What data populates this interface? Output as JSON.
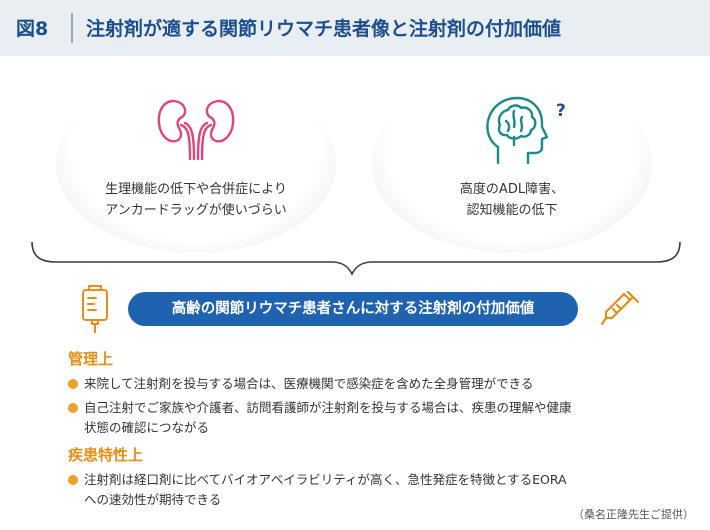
{
  "header": {
    "figure_label": "図8",
    "title": "注射剤が適する関節リウマチ患者像と注射剤の付加価値"
  },
  "bubbles": [
    {
      "icon": "kidney-icon",
      "line1": "生理機能の低下や合併症により",
      "line2": "アンカードラッグが使いづらい"
    },
    {
      "icon": "brain-head-icon",
      "line1": "高度のADL障害、",
      "line2": "認知機能の低下"
    }
  ],
  "icons": {
    "left": "iv-bag-icon",
    "right": "syringe-icon",
    "question_mark": "?"
  },
  "banner": {
    "text": "高齢の関節リウマチ患者さんに対する注射剤の付加価値"
  },
  "sections": [
    {
      "heading": "管理上",
      "bullets": [
        {
          "line1": "来院して注射剤を投与する場合は、医療機関で感染症を含めた全身管理ができる"
        },
        {
          "line1": "自己注射でご家族や介護者、訪問看護師が注射剤を投与する場合は、疾患の理解や健康",
          "line2": "状態の確認につながる"
        }
      ]
    },
    {
      "heading": "疾患特性上",
      "bullets": [
        {
          "line1": "注射剤は経口剤に比べてバイオアベイラビリティが高く、急性発症を特徴とするEORA",
          "line2": "への速効性が期待できる"
        }
      ]
    }
  ],
  "credit": "（桑名正隆先生ご提供）",
  "colors": {
    "title_blue": "#1d4f8c",
    "banner_blue": "#1f63b0",
    "accent_orange": "#e58f1a",
    "kidney_pink": "#e0457a",
    "brain_teal": "#1a8a8a"
  }
}
